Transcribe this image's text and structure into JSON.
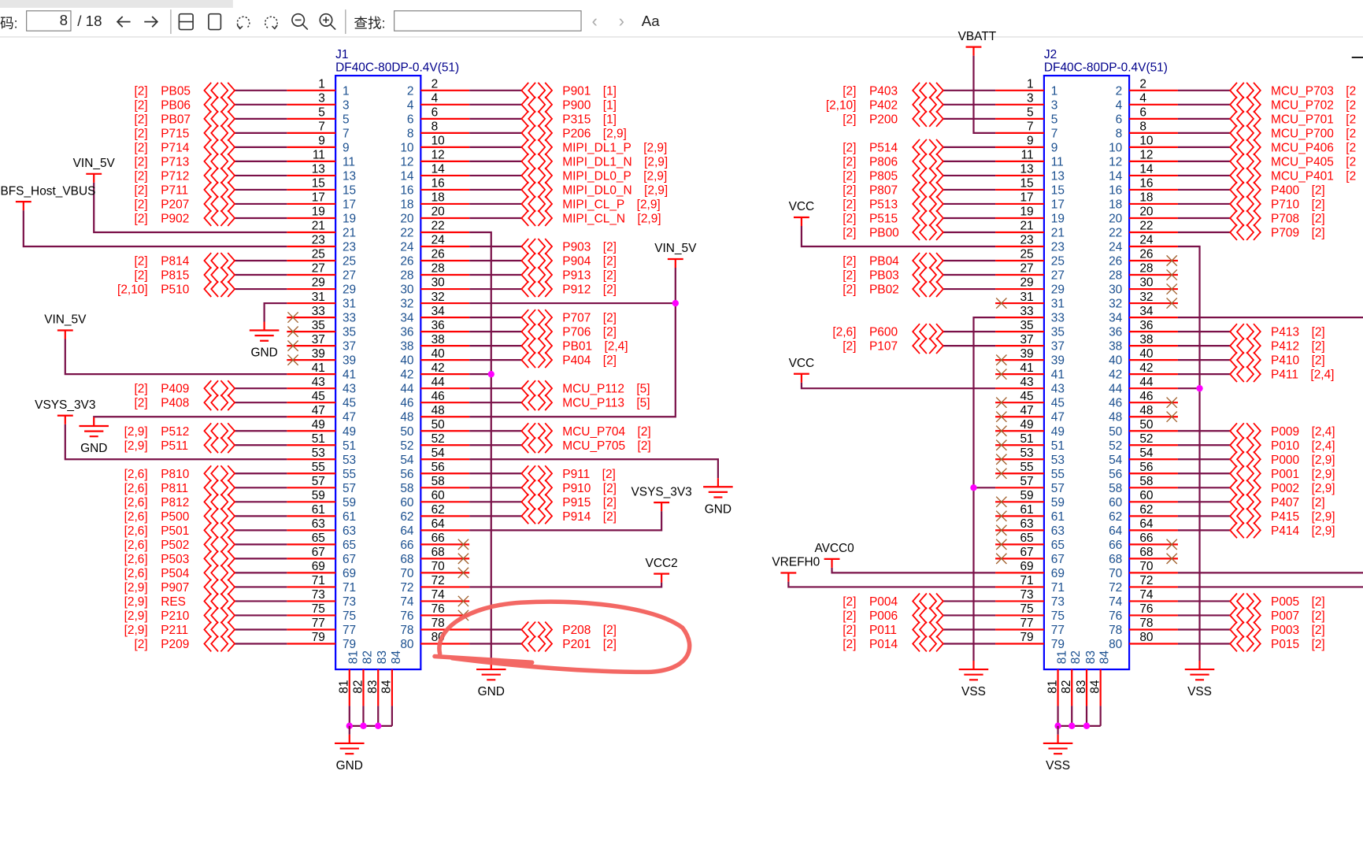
{
  "toolbar": {
    "page_label": "码:",
    "page_value": "8",
    "page_total": "/ 18",
    "prev_page_icon": "arrow-left",
    "next_page_icon": "arrow-right",
    "find_label": "查找:",
    "find_value": "",
    "match_case_label": "Aa"
  },
  "colors": {
    "net": "#ff0000",
    "wire": "#7a1048",
    "body": "#0000ff",
    "junction": "#ff00ff",
    "annotation": "#f2605c"
  },
  "j1": {
    "ref": "J1",
    "part": "DF40C-80DP-0.4V(51)",
    "bottom_pins": [
      "81",
      "82",
      "83",
      "84"
    ],
    "left": [
      {
        "pin": "1",
        "net": "PB05",
        "ref": "[2]"
      },
      {
        "pin": "3",
        "net": "PB06",
        "ref": "[2]"
      },
      {
        "pin": "5",
        "net": "PB07",
        "ref": "[2]"
      },
      {
        "pin": "7",
        "net": "P715",
        "ref": "[2]"
      },
      {
        "pin": "9",
        "net": "P714",
        "ref": "[2]"
      },
      {
        "pin": "11",
        "net": "P713",
        "ref": "[2]"
      },
      {
        "pin": "13",
        "net": "P712",
        "ref": "[2]"
      },
      {
        "pin": "15",
        "net": "P711",
        "ref": "[2]"
      },
      {
        "pin": "17",
        "net": "P207",
        "ref": "[2]"
      },
      {
        "pin": "19",
        "net": "P902",
        "ref": "[2]"
      },
      {
        "pin": "21",
        "wire": true
      },
      {
        "pin": "23",
        "wire": true
      },
      {
        "pin": "25",
        "net": "P814",
        "ref": "[2]"
      },
      {
        "pin": "27",
        "net": "P815",
        "ref": "[2]"
      },
      {
        "pin": "29",
        "net": "P510",
        "ref": "[2,10]"
      },
      {
        "pin": "31",
        "wire": true
      },
      {
        "pin": "33",
        "nc": true
      },
      {
        "pin": "35",
        "nc": true
      },
      {
        "pin": "37",
        "nc": true
      },
      {
        "pin": "39",
        "nc": true
      },
      {
        "pin": "41",
        "wire": true
      },
      {
        "pin": "43",
        "net": "P409",
        "ref": "[2]"
      },
      {
        "pin": "45",
        "net": "P408",
        "ref": "[2]"
      },
      {
        "pin": "47",
        "wire": true
      },
      {
        "pin": "49",
        "net": "P512",
        "ref": "[2,9]"
      },
      {
        "pin": "51",
        "net": "P511",
        "ref": "[2,9]"
      },
      {
        "pin": "53",
        "wire": true
      },
      {
        "pin": "55",
        "net": "P810",
        "ref": "[2,6]"
      },
      {
        "pin": "57",
        "net": "P811",
        "ref": "[2,6]"
      },
      {
        "pin": "59",
        "net": "P812",
        "ref": "[2,6]"
      },
      {
        "pin": "61",
        "net": "P500",
        "ref": "[2,6]"
      },
      {
        "pin": "63",
        "net": "P501",
        "ref": "[2,6]"
      },
      {
        "pin": "65",
        "net": "P502",
        "ref": "[2,6]"
      },
      {
        "pin": "67",
        "net": "P503",
        "ref": "[2,6]"
      },
      {
        "pin": "69",
        "net": "P504",
        "ref": "[2,6]"
      },
      {
        "pin": "71",
        "net": "P907",
        "ref": "[2,9]"
      },
      {
        "pin": "73",
        "net": "RES",
        "ref": "[2,9]"
      },
      {
        "pin": "75",
        "net": "P210",
        "ref": "[2,9]"
      },
      {
        "pin": "77",
        "net": "P211",
        "ref": "[2,9]"
      },
      {
        "pin": "79",
        "net": "P209",
        "ref": "[2]"
      }
    ],
    "right": [
      {
        "pin": "2",
        "net": "P901",
        "ref": "[1]"
      },
      {
        "pin": "4",
        "net": "P900",
        "ref": "[1]"
      },
      {
        "pin": "6",
        "net": "P315",
        "ref": "[1]"
      },
      {
        "pin": "8",
        "net": "P206",
        "ref": "[2,9]"
      },
      {
        "pin": "10",
        "net": "MIPI_DL1_P",
        "ref": "[2,9]"
      },
      {
        "pin": "12",
        "net": "MIPI_DL1_N",
        "ref": "[2,9]"
      },
      {
        "pin": "14",
        "net": "MIPI_DL0_P",
        "ref": "[2,9]"
      },
      {
        "pin": "16",
        "net": "MIPI_DL0_N",
        "ref": "[2,9]"
      },
      {
        "pin": "18",
        "net": "MIPI_CL_P",
        "ref": "[2,9]"
      },
      {
        "pin": "20",
        "net": "MIPI_CL_N",
        "ref": "[2,9]"
      },
      {
        "pin": "22",
        "wire": true
      },
      {
        "pin": "24",
        "net": "P903",
        "ref": "[2]"
      },
      {
        "pin": "26",
        "net": "P904",
        "ref": "[2]"
      },
      {
        "pin": "28",
        "net": "P913",
        "ref": "[2]"
      },
      {
        "pin": "30",
        "net": "P912",
        "ref": "[2]"
      },
      {
        "pin": "32",
        "wire": true
      },
      {
        "pin": "34",
        "net": "P707",
        "ref": "[2]"
      },
      {
        "pin": "36",
        "net": "P706",
        "ref": "[2]"
      },
      {
        "pin": "38",
        "net": "PB01",
        "ref": "[2,4]"
      },
      {
        "pin": "40",
        "net": "P404",
        "ref": "[2]"
      },
      {
        "pin": "42",
        "wire": true
      },
      {
        "pin": "44",
        "net": "MCU_P112",
        "ref": "[5]"
      },
      {
        "pin": "46",
        "net": "MCU_P113",
        "ref": "[5]"
      },
      {
        "pin": "48",
        "wire": true
      },
      {
        "pin": "50",
        "net": "MCU_P704",
        "ref": "[2]"
      },
      {
        "pin": "52",
        "net": "MCU_P705",
        "ref": "[2]"
      },
      {
        "pin": "54",
        "wire": true
      },
      {
        "pin": "56",
        "net": "P911",
        "ref": "[2]"
      },
      {
        "pin": "58",
        "net": "P910",
        "ref": "[2]"
      },
      {
        "pin": "60",
        "net": "P915",
        "ref": "[2]"
      },
      {
        "pin": "62",
        "net": "P914",
        "ref": "[2]"
      },
      {
        "pin": "64",
        "wire": true
      },
      {
        "pin": "66",
        "nc": true
      },
      {
        "pin": "68",
        "nc": true
      },
      {
        "pin": "70",
        "nc": true
      },
      {
        "pin": "72",
        "wire": true
      },
      {
        "pin": "74",
        "nc": true
      },
      {
        "pin": "76",
        "nc": true
      },
      {
        "pin": "78",
        "net": "P208",
        "ref": "[2]"
      },
      {
        "pin": "80",
        "net": "P201",
        "ref": "[2]"
      }
    ]
  },
  "j2": {
    "ref": "J2",
    "part": "DF40C-80DP-0.4V(51)",
    "bottom_pins": [
      "81",
      "82",
      "83",
      "84"
    ],
    "left": [
      {
        "pin": "1",
        "net": "P403",
        "ref": "[2]"
      },
      {
        "pin": "3",
        "net": "P402",
        "ref": "[2,10]"
      },
      {
        "pin": "5",
        "net": "P200",
        "ref": "[2]"
      },
      {
        "pin": "7",
        "wire": true
      },
      {
        "pin": "9",
        "net": "P514",
        "ref": "[2]"
      },
      {
        "pin": "11",
        "net": "P806",
        "ref": "[2]"
      },
      {
        "pin": "13",
        "net": "P805",
        "ref": "[2]"
      },
      {
        "pin": "15",
        "net": "P807",
        "ref": "[2]"
      },
      {
        "pin": "17",
        "net": "P513",
        "ref": "[2]"
      },
      {
        "pin": "19",
        "net": "P515",
        "ref": "[2]"
      },
      {
        "pin": "21",
        "net": "PB00",
        "ref": "[2]"
      },
      {
        "pin": "23",
        "wire": true
      },
      {
        "pin": "25",
        "net": "PB04",
        "ref": "[2]"
      },
      {
        "pin": "27",
        "net": "PB03",
        "ref": "[2]"
      },
      {
        "pin": "29",
        "net": "PB02",
        "ref": "[2]"
      },
      {
        "pin": "31",
        "nc": true
      },
      {
        "pin": "33",
        "wire": true
      },
      {
        "pin": "35",
        "net": "P600",
        "ref": "[2,6]"
      },
      {
        "pin": "37",
        "net": "P107",
        "ref": "[2]"
      },
      {
        "pin": "39",
        "nc": true
      },
      {
        "pin": "41",
        "nc": true
      },
      {
        "pin": "43",
        "wire": true
      },
      {
        "pin": "45",
        "nc": true
      },
      {
        "pin": "47",
        "nc": true
      },
      {
        "pin": "49",
        "nc": true
      },
      {
        "pin": "51",
        "nc": true
      },
      {
        "pin": "53",
        "nc": true
      },
      {
        "pin": "55",
        "nc": true
      },
      {
        "pin": "57",
        "wire": true
      },
      {
        "pin": "59",
        "nc": true
      },
      {
        "pin": "61",
        "nc": true
      },
      {
        "pin": "63",
        "nc": true
      },
      {
        "pin": "65",
        "nc": true
      },
      {
        "pin": "67",
        "nc": true
      },
      {
        "pin": "69",
        "wire": true
      },
      {
        "pin": "71",
        "wire": true
      },
      {
        "pin": "73",
        "net": "P004",
        "ref": "[2]"
      },
      {
        "pin": "75",
        "net": "P006",
        "ref": "[2]"
      },
      {
        "pin": "77",
        "net": "P011",
        "ref": "[2]"
      },
      {
        "pin": "79",
        "net": "P014",
        "ref": "[2]"
      }
    ],
    "right": [
      {
        "pin": "2",
        "net": "MCU_P703",
        "ref": "[2"
      },
      {
        "pin": "4",
        "net": "MCU_P702",
        "ref": "[2"
      },
      {
        "pin": "6",
        "net": "MCU_P701",
        "ref": "[2"
      },
      {
        "pin": "8",
        "net": "MCU_P700",
        "ref": "[2"
      },
      {
        "pin": "10",
        "net": "MCU_P406",
        "ref": "[2"
      },
      {
        "pin": "12",
        "net": "MCU_P405",
        "ref": "[2"
      },
      {
        "pin": "14",
        "net": "MCU_P401",
        "ref": "[2"
      },
      {
        "pin": "16",
        "net": "P400",
        "ref": "[2]"
      },
      {
        "pin": "18",
        "net": "P710",
        "ref": "[2]"
      },
      {
        "pin": "20",
        "net": "P708",
        "ref": "[2]"
      },
      {
        "pin": "22",
        "net": "P709",
        "ref": "[2]"
      },
      {
        "pin": "24",
        "wire": true
      },
      {
        "pin": "26",
        "nc": true
      },
      {
        "pin": "28",
        "nc": true
      },
      {
        "pin": "30",
        "nc": true
      },
      {
        "pin": "32",
        "nc": true
      },
      {
        "pin": "34",
        "wire": true
      },
      {
        "pin": "36",
        "net": "P413",
        "ref": "[2]"
      },
      {
        "pin": "38",
        "net": "P412",
        "ref": "[2]"
      },
      {
        "pin": "40",
        "net": "P410",
        "ref": "[2]"
      },
      {
        "pin": "42",
        "net": "P411",
        "ref": "[2,4]"
      },
      {
        "pin": "44",
        "wire": true
      },
      {
        "pin": "46",
        "nc": true
      },
      {
        "pin": "48",
        "nc": true
      },
      {
        "pin": "50",
        "net": "P009",
        "ref": "[2,4]"
      },
      {
        "pin": "52",
        "net": "P010",
        "ref": "[2,4]"
      },
      {
        "pin": "54",
        "net": "P000",
        "ref": "[2,9]"
      },
      {
        "pin": "56",
        "net": "P001",
        "ref": "[2,9]"
      },
      {
        "pin": "58",
        "net": "P002",
        "ref": "[2,9]"
      },
      {
        "pin": "60",
        "net": "P407",
        "ref": "[2]"
      },
      {
        "pin": "62",
        "net": "P415",
        "ref": "[2,9]"
      },
      {
        "pin": "64",
        "net": "P414",
        "ref": "[2,9]"
      },
      {
        "pin": "66",
        "nc": true
      },
      {
        "pin": "68",
        "nc": true
      },
      {
        "pin": "70",
        "wire": true
      },
      {
        "pin": "72",
        "wire": true
      },
      {
        "pin": "74",
        "net": "P005",
        "ref": "[2]"
      },
      {
        "pin": "76",
        "net": "P007",
        "ref": "[2]"
      },
      {
        "pin": "78",
        "net": "P003",
        "ref": "[2]"
      },
      {
        "pin": "80",
        "net": "P015",
        "ref": "[2]"
      }
    ]
  },
  "power_symbols": [
    {
      "label": "VIN_5V",
      "type": "power"
    },
    {
      "label": "BFS_Host_VBUS",
      "type": "power"
    },
    {
      "label": "GND",
      "type": "ground"
    },
    {
      "label": "VIN_5V",
      "type": "power"
    },
    {
      "label": "GND",
      "type": "ground"
    },
    {
      "label": "VSYS_3V3",
      "type": "power"
    },
    {
      "label": "GND",
      "type": "ground"
    },
    {
      "label": "VIN_5V",
      "type": "power"
    },
    {
      "label": "GND",
      "type": "ground"
    },
    {
      "label": "VSYS_3V3",
      "type": "power"
    },
    {
      "label": "VCC2",
      "type": "power"
    },
    {
      "label": "GND",
      "type": "ground"
    },
    {
      "label": "VBATT",
      "type": "power"
    },
    {
      "label": "VCC",
      "type": "power"
    },
    {
      "label": "VSS",
      "type": "ground"
    },
    {
      "label": "VCC",
      "type": "power"
    },
    {
      "label": "AVCC0",
      "type": "power"
    },
    {
      "label": "VREFH0",
      "type": "power"
    },
    {
      "label": "VSS",
      "type": "ground"
    },
    {
      "label": "VSS",
      "type": "ground"
    }
  ]
}
